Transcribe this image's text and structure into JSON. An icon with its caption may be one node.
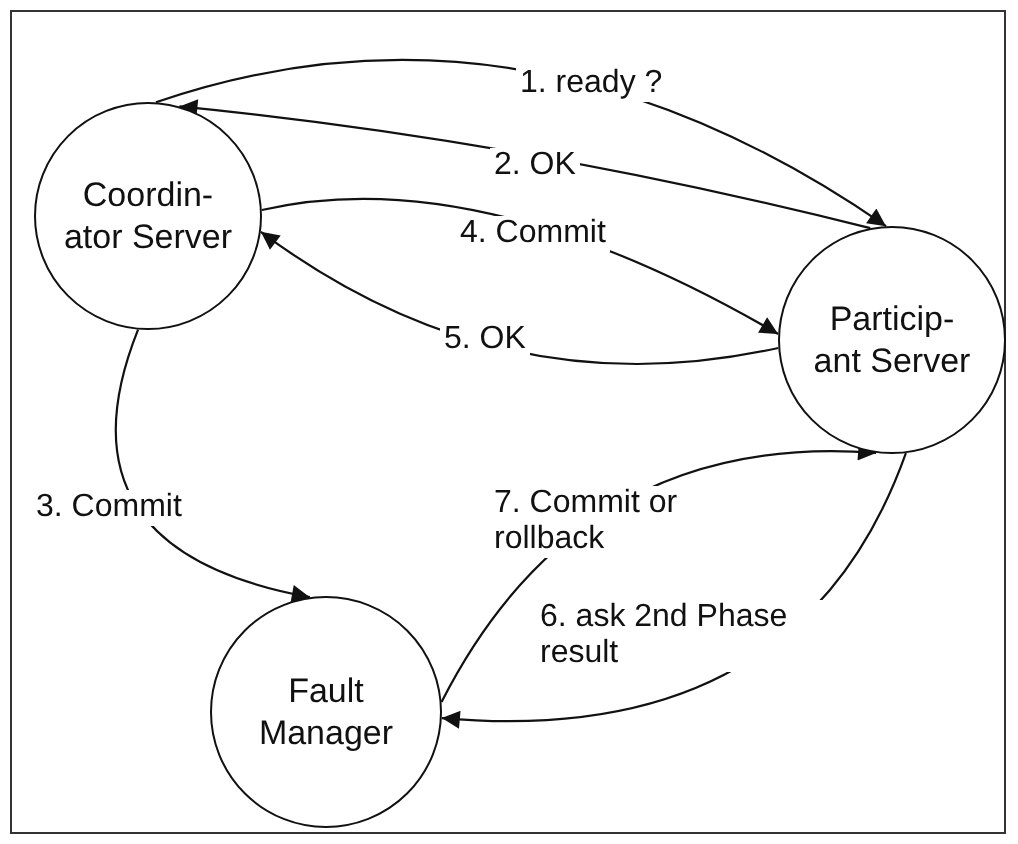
{
  "diagram": {
    "nodes": [
      {
        "text": [
          "Coordin- ator Server"
        ]
      },
      {
        "text": [
          "Particip- ant Server"
        ]
      },
      {
        "text": [
          "Fault Manager"
        ]
      }
    ],
    "edges": [
      {
        "from": 0,
        "to": 1,
        "arrow": "to",
        "label": "1. ready ?"
      },
      {
        "from": 1,
        "to": 0,
        "arrow": "to",
        "label": "2. OK"
      },
      {
        "from": 0,
        "to": 1,
        "arrow": "to",
        "label": "4. Commit"
      },
      {
        "from": 1,
        "to": 0,
        "arrow": "to",
        "label": "5. OK"
      },
      {
        "from": 0,
        "to": 2,
        "arrow": "to",
        "label": "3. Commit"
      },
      {
        "from": 2,
        "to": 1,
        "arrow": "to",
        "label": "7. Commit or rollback"
      },
      {
        "from": 1,
        "to": 2,
        "arrow": "to",
        "label": "6. ask 2nd Phase result"
      }
    ]
  }
}
